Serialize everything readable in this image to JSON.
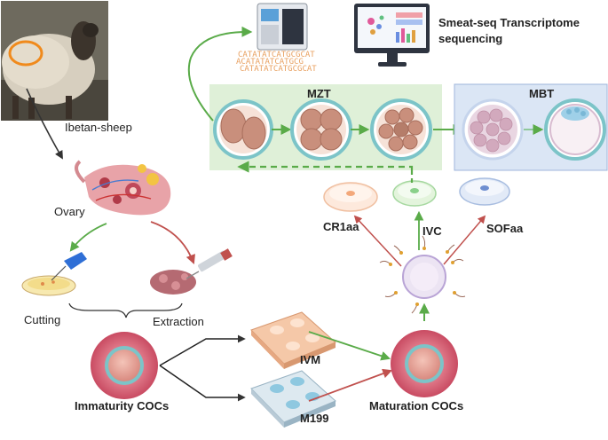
{
  "labels": {
    "sheep": "Ibetan-sheep",
    "ovary": "Ovary",
    "cutting": "Cutting",
    "extraction": "Extraction",
    "immature": "Immaturity COCs",
    "ivm": "IVM",
    "m199": "M199",
    "mature": "Maturation COCs",
    "cr1aa": "CR1aa",
    "ivc": "IVC",
    "sofaa": "SOFaa",
    "mzt": "MZT",
    "mbt": "MBT",
    "seq_line1": "Smeat-seq Transcriptome",
    "seq_line2": "sequencing"
  },
  "dna_lines": [
    "CATATATCATGCGCAT",
    "ACATATATCATGCG",
    "CATATATCATGCGCAT"
  ],
  "colors": {
    "green_arrow": "#5aab49",
    "red_arrow": "#c0504d",
    "mzt_panel": "#dff0d8",
    "mbt_panel": "#dbe6f5",
    "cell_ring": "#7cc4c8"
  }
}
